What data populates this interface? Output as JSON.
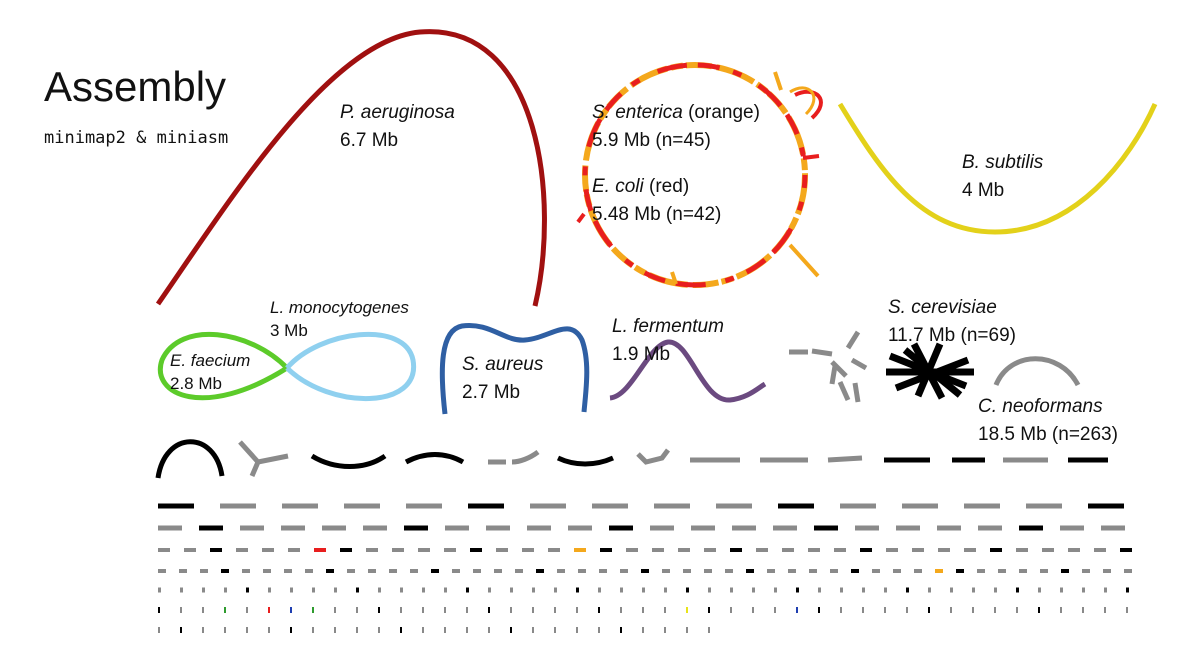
{
  "title": "Assembly",
  "subtitle": "minimap2 & miniasm",
  "species": [
    {
      "id": "pa",
      "name": "P. aeruginosa",
      "size": "6.7 Mb",
      "color": "#a01010"
    },
    {
      "id": "se",
      "name": "S. enterica",
      "name_suffix": " (orange)",
      "size": "5.9 Mb (n=45)",
      "color": "#f4a81c"
    },
    {
      "id": "ec",
      "name": "E. coli",
      "name_suffix": " (red)",
      "size": "5.48 Mb (n=42)",
      "color": "#e81e1e"
    },
    {
      "id": "bs",
      "name": "B. subtilis",
      "size": "4 Mb",
      "color": "#e3d11a"
    },
    {
      "id": "lm",
      "name": "L. monocytogenes",
      "size": "3 Mb",
      "color": "#8fd0ef"
    },
    {
      "id": "ef",
      "name": "E. faecium",
      "size": "2.8 Mb",
      "color": "#5ccb2a"
    },
    {
      "id": "sa",
      "name": "S. aureus",
      "size": "2.7 Mb",
      "color": "#2f5fa3"
    },
    {
      "id": "lf",
      "name": "L. fermentum",
      "size": "1.9 Mb",
      "color": "#6b4a80"
    },
    {
      "id": "sc",
      "name": "S. cerevisiae",
      "size": "11.7 Mb (n=69)",
      "color": "#000000"
    },
    {
      "id": "cn",
      "name": "C. neoformans",
      "size": "18.5 Mb (n=263)",
      "color": "#8a8a8a"
    }
  ],
  "palette": {
    "black": "#000000",
    "gray": "#8a8a8a",
    "red": "#e81e1e",
    "orange": "#f4a81c",
    "green": "#2e9b2e",
    "blue": "#1f3fb0",
    "yellow": "#e8e31a"
  }
}
